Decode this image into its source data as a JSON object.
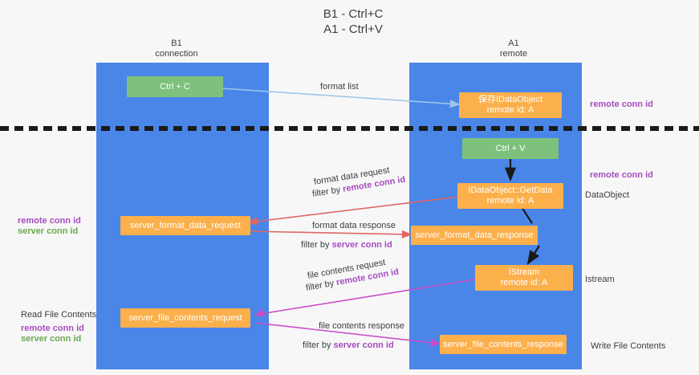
{
  "title": "B1 - Ctrl+C\nA1 - Ctrl+V",
  "colors": {
    "lane": "#4a86e8",
    "green_node": "#7dc17d",
    "orange_node": "#fbb04c",
    "remote_conn_id": "#a64dbf",
    "server_conn_id": "#6aa84f",
    "arrow_blue": "#9fc5e8",
    "arrow_red": "#e06666",
    "arrow_magenta": "#c74ec7",
    "arrow_black": "#1a1a1a",
    "divider": "#1a1a1a",
    "background": "#f7f7f7"
  },
  "lanes": [
    {
      "id": "b1",
      "title": "B1\nconnection"
    },
    {
      "id": "a1",
      "title": "A1\nremote"
    }
  ],
  "nodes": {
    "ctrl_c": {
      "label": "Ctrl + C"
    },
    "save_dataobject": {
      "line1": "保存IDataObject",
      "line2": "remote id: A"
    },
    "ctrl_v": {
      "label": "Ctrl + V"
    },
    "getdata": {
      "line1": "IDataObject::GetData",
      "line2": "remote id: A"
    },
    "server_format_data_request": {
      "label": "server_format_data_request"
    },
    "server_format_data_response": {
      "label": "server_format_data_response"
    },
    "istream": {
      "line1": "IStream",
      "line2": "remote id: A"
    },
    "server_file_contents_request": {
      "label": "server_file_contents_request"
    },
    "server_file_contents_response": {
      "label": "server_file_contents_response"
    }
  },
  "edge_labels": {
    "format_list": "format list",
    "format_data_request": "format data request",
    "format_data_request_filter_prefix": "filter by ",
    "format_data_request_filter_key": "remote conn id",
    "format_data_response": "format data response",
    "format_data_response_filter_prefix": "filter by ",
    "format_data_response_filter_key": "server conn id",
    "file_contents_request": "file contents request",
    "file_contents_request_filter_prefix": "filter by ",
    "file_contents_request_filter_key": "remote conn id",
    "file_contents_response": "file contents response",
    "file_contents_response_filter_prefix": "filter by ",
    "file_contents_response_filter_key": "server conn id"
  },
  "side_labels": {
    "right_remote_conn_top": "remote conn id",
    "right_remote_conn_mid": "remote conn id",
    "right_dataobject": "DataObject",
    "right_istream": "Istream",
    "right_write_file_contents": "Write File Contents",
    "left_remote_conn_id": "remote conn id",
    "left_server_conn_id": "server conn id",
    "left_read_file_contents": "Read File Contents",
    "left_remote_conn_id_2": "remote conn id",
    "left_server_conn_id_2": "server conn id"
  }
}
